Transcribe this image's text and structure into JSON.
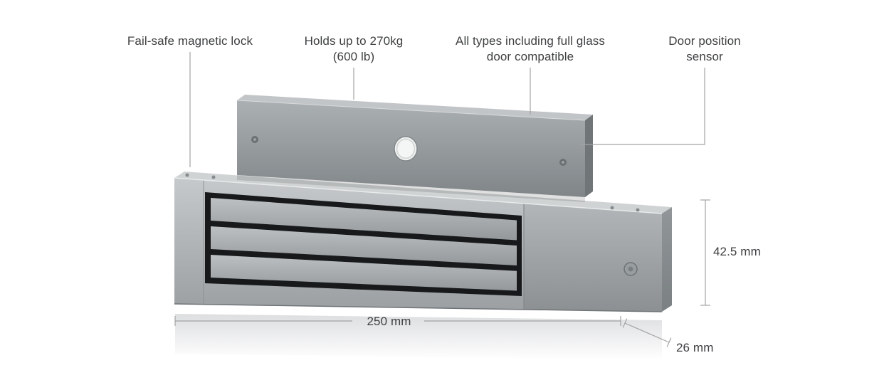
{
  "diagram": {
    "callouts": [
      {
        "label": "Fail-safe magnetic lock"
      },
      {
        "label": "Holds up to 270kg (600 lb)"
      },
      {
        "label": "All types including full glass door compatible"
      },
      {
        "label": "Door position sensor"
      }
    ],
    "dimensions": {
      "height": "42.5 mm",
      "width": "250 mm",
      "depth": "26 mm"
    },
    "colors": {
      "background": "#ffffff",
      "callout_line": "#a3a3a3",
      "text": "#3d3f40",
      "metal_light": "#d0d3d4",
      "metal_mid": "#9aa0a3",
      "metal_dark": "#7a7f82",
      "recess_black": "#17191b"
    }
  }
}
